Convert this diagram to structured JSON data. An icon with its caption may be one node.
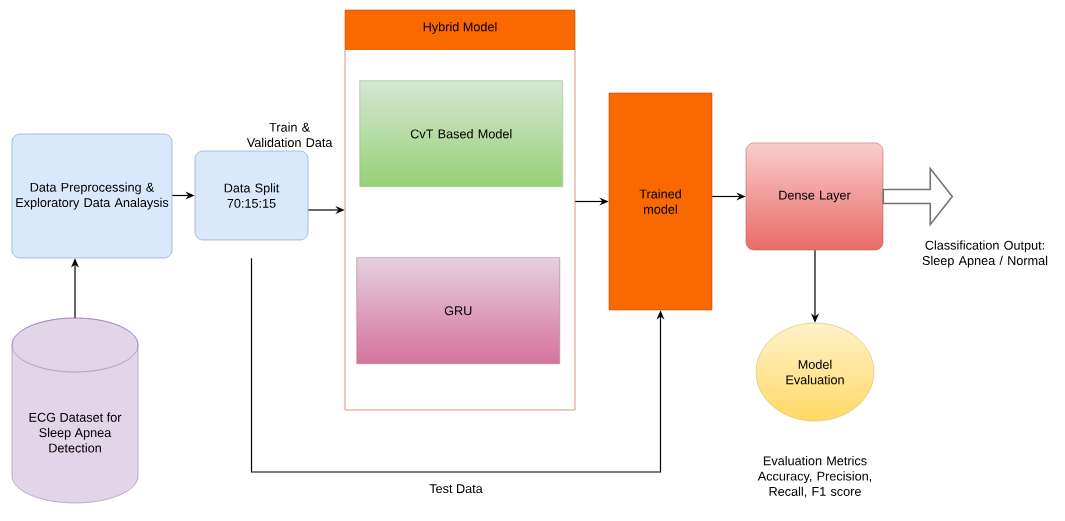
{
  "diagram": {
    "nodes": [
      {
        "text": [
          "Data Preprocessing & Exploratory Data Analaysis"
        ]
      },
      {
        "text": [
          "Data Split 70:15:15"
        ]
      },
      {
        "text": [
          "Hybrid Model"
        ]
      },
      {
        "text": [
          "CvT Based Model"
        ],
        "in": 2
      },
      {
        "text": [
          "GRU"
        ],
        "in": 2
      },
      {
        "text": [
          "Trained model"
        ]
      },
      {
        "text": [
          "Dense Layer"
        ]
      },
      {
        "text": [
          "Model Evaluation"
        ],
        "beside": [
          "Evaluation Metrics Accuracy, Precision, Recall, F1 score"
        ]
      },
      {
        "text": [
          "ECG Dataset for Sleep Apnea Detection"
        ]
      },
      {
        "text": [
          "Classification Output: Sleep Apnea / Normal"
        ]
      }
    ],
    "edges": [
      {
        "from": 8,
        "to": 0,
        "arrow": "to"
      },
      {
        "from": 0,
        "to": 1,
        "arrow": "to"
      },
      {
        "from": 1,
        "to": 2,
        "arrow": "to",
        "label": "Train & Validation Data"
      },
      {
        "from": 1,
        "to": 5,
        "arrow": "to",
        "label": "Test Data"
      },
      {
        "from": 2,
        "to": 5,
        "arrow": "to"
      },
      {
        "from": 5,
        "to": 6,
        "arrow": "to"
      },
      {
        "from": 6,
        "to": 7,
        "arrow": "to"
      },
      {
        "from": 6,
        "to": 9,
        "arrow": "to",
        "style": "thick"
      }
    ]
  }
}
